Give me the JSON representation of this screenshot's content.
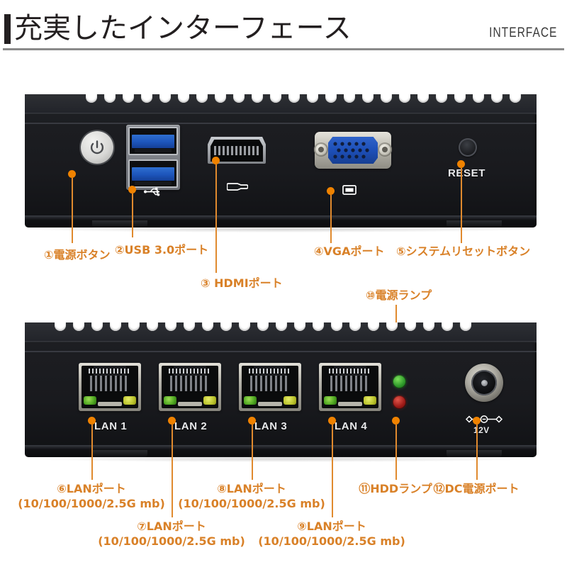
{
  "header": {
    "title": "充実したインターフェース",
    "subtitle": "INTERFACE",
    "accent_color": "#231f20",
    "rule_color": "#8a8a8a"
  },
  "theme": {
    "callout_color": "#d98128",
    "dot_color": "#ef8200",
    "led_green": "#2f9a2b",
    "led_red": "#9e1b18",
    "usb_blue": "#1d55bb",
    "vga_blue": "#1d4fb8"
  },
  "front_panel": {
    "silkscreen": {
      "reset": "RESET"
    },
    "icons": {
      "power": "power-icon",
      "usb": "usb-trident-icon",
      "hdmi": "hdmi-connector-icon",
      "vga": "display-monitor-icon"
    },
    "callouts": [
      {
        "id": "1",
        "label": "①電源ボタン"
      },
      {
        "id": "2",
        "label": "②USB 3.0ポート"
      },
      {
        "id": "3",
        "label": "③ HDMIポート"
      },
      {
        "id": "4",
        "label": "④VGAポート"
      },
      {
        "id": "5",
        "label": "⑤システムリセットボタン"
      }
    ]
  },
  "rear_panel": {
    "silkscreen": {
      "lan1": "LAN 1",
      "lan2": "LAN 2",
      "lan3": "LAN 3",
      "lan4": "LAN 4",
      "voltage": "12V"
    },
    "icons": {
      "dc_polarity": "dc-polarity-icon"
    },
    "callouts": [
      {
        "id": "6",
        "label": "⑥LANポート",
        "spec": "(10/100/1000/2.5G mb)"
      },
      {
        "id": "7",
        "label": "⑦LANポート",
        "spec": "(10/100/1000/2.5G mb)"
      },
      {
        "id": "8",
        "label": "⑧LANポート",
        "spec": "(10/100/1000/2.5G mb)"
      },
      {
        "id": "9",
        "label": "⑨LANポート",
        "spec": "(10/100/1000/2.5G mb)"
      },
      {
        "id": "10",
        "label": "⑩電源ランプ",
        "spec": ""
      },
      {
        "id": "11",
        "label": "⑪HDDランプ",
        "spec": ""
      },
      {
        "id": "12",
        "label": "⑫DC電源ポート",
        "spec": ""
      }
    ]
  }
}
